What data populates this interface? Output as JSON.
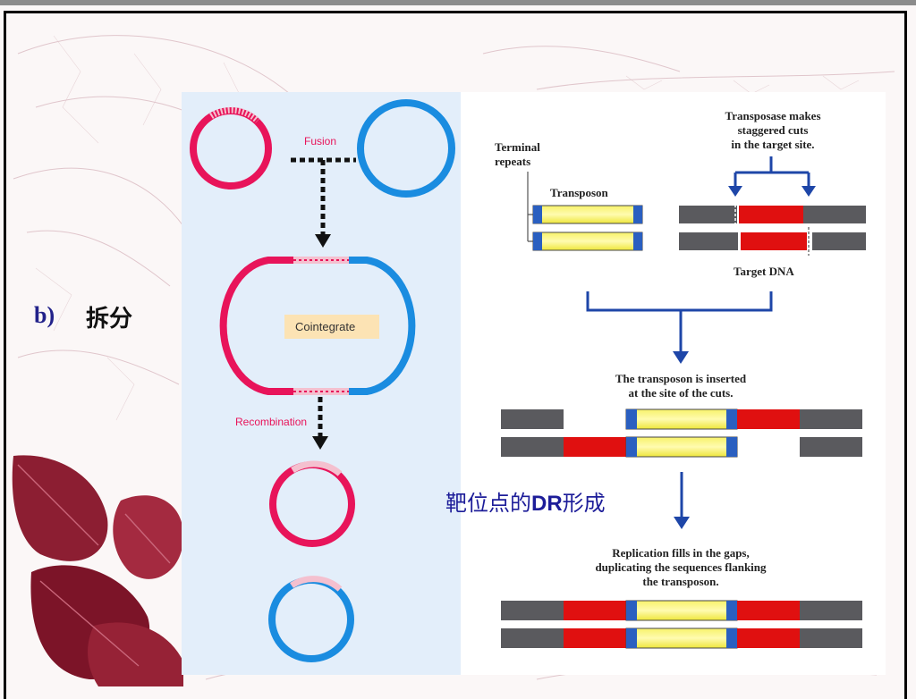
{
  "slide": {
    "section_marker": "b)",
    "section_title": "拆分",
    "dr_label_prefix": "靶位点的",
    "dr_label_bold": "DR",
    "dr_label_suffix": "形成"
  },
  "cointegrate_diagram": {
    "fusion_label": "Fusion",
    "cointegrate_label": "Cointegrate",
    "recombination_label": "Recombination",
    "colors": {
      "donor": "#e8145a",
      "target": "#1a8ce0",
      "background": "#e3eefa",
      "box": "#fce3b4"
    }
  },
  "transposition_diagram": {
    "terminal_repeats_line1": "Terminal",
    "terminal_repeats_line2": "repeats",
    "transposon_label": "Transposon",
    "transposase_line1": "Transposase makes",
    "transposase_line2": "staggered cuts",
    "transposase_line3": "in the target site.",
    "target_dna_label": "Target DNA",
    "inserted_line1": "The transposon is inserted",
    "inserted_line2": "at the site of the cuts.",
    "replication_line1": "Replication fills in the gaps,",
    "replication_line2": "duplicating the sequences flanking",
    "replication_line3": "the transposon.",
    "colors": {
      "dna": "#5a5a5e",
      "target_site": "#e01010",
      "transposon": "#f3ee3a",
      "repeat": "#2a5fc0",
      "arrow": "#1e46a8"
    }
  }
}
